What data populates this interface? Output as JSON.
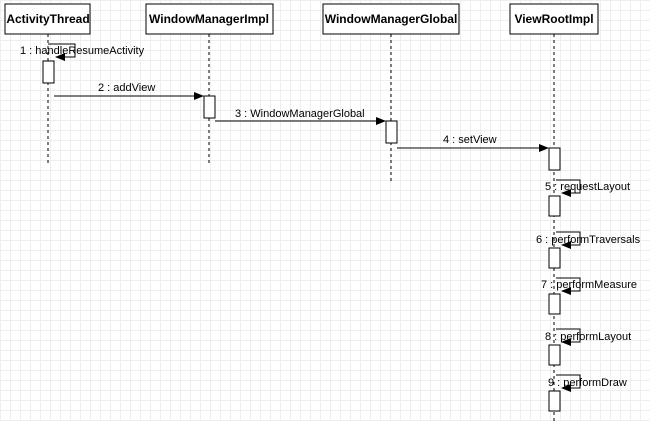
{
  "diagram": {
    "type": "sequence",
    "participants": [
      {
        "name": "ActivityThread"
      },
      {
        "name": "WindowManagerImpl"
      },
      {
        "name": "WindowManagerGlobal"
      },
      {
        "name": "ViewRootImpl"
      }
    ],
    "messages": [
      {
        "label": "1 : handleResumeActivity",
        "from": 0,
        "to": 0
      },
      {
        "label": "2 : addView",
        "from": 0,
        "to": 1
      },
      {
        "label": "3 : WindowManagerGlobal",
        "from": 1,
        "to": 2
      },
      {
        "label": "4 : setView",
        "from": 2,
        "to": 3
      },
      {
        "label": "5 : requestLayout",
        "from": 3,
        "to": 3
      },
      {
        "label": "6 : performTraversals",
        "from": 3,
        "to": 3
      },
      {
        "label": "7 : performMeasure",
        "from": 3,
        "to": 3
      },
      {
        "label": "8 : performLayout",
        "from": 3,
        "to": 3
      },
      {
        "label": "9 : performDraw",
        "from": 3,
        "to": 3
      }
    ]
  }
}
